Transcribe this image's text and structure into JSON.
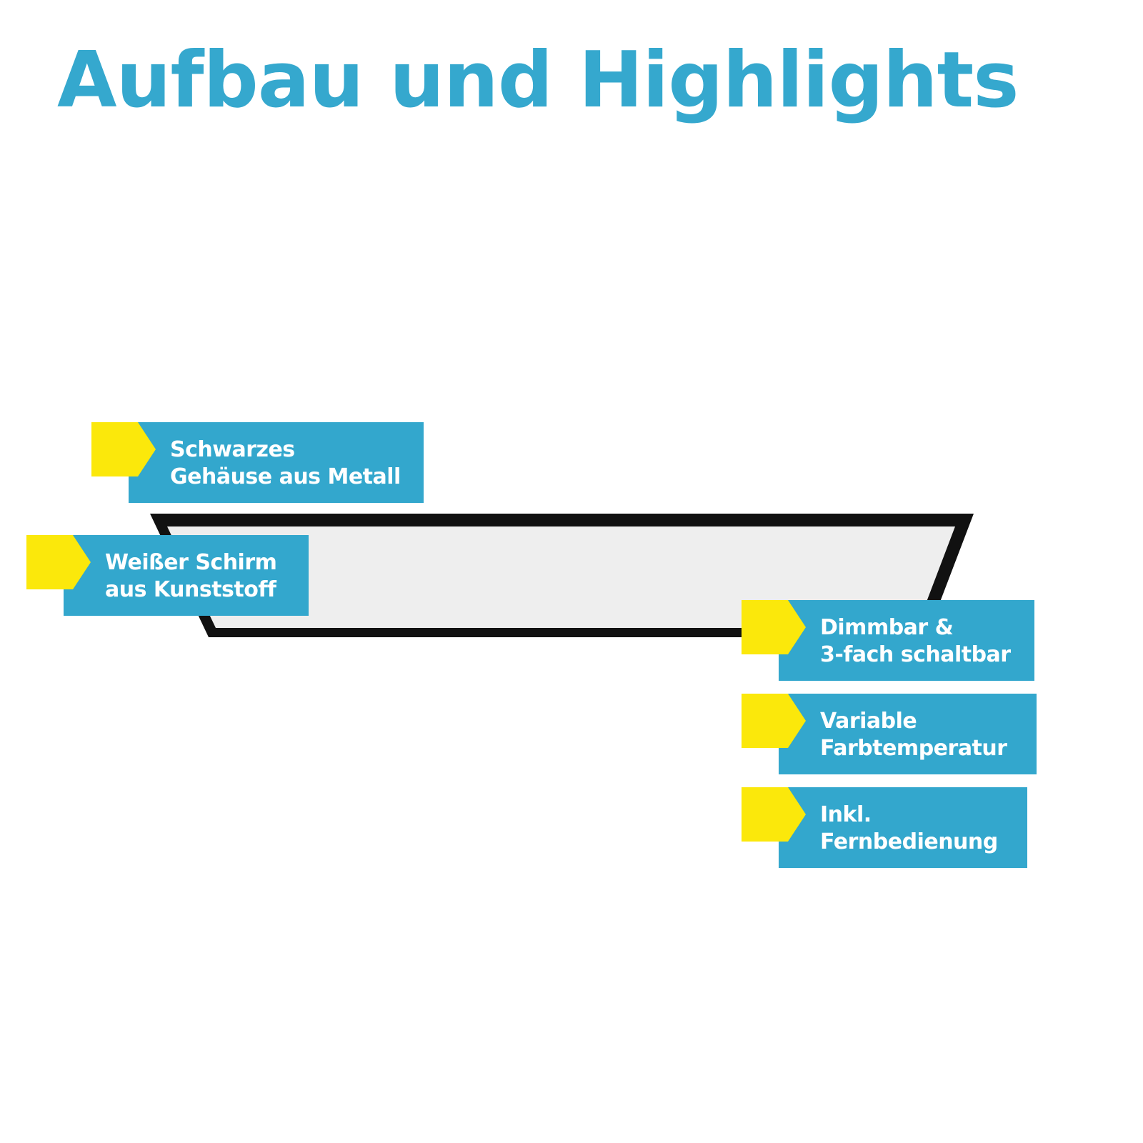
{
  "title": "Aufbau und Highlights",
  "colors": {
    "title": "#35a8ce",
    "label_background": "#33a7cd",
    "marker": "#fbe80b",
    "frame": "#111111",
    "diffuser": "#eeeeee"
  },
  "callouts": [
    {
      "line1": "Schwarzes",
      "line2": "Gehäuse aus Metall"
    },
    {
      "line1": "Weißer Schirm",
      "line2": "aus Kunststoff"
    },
    {
      "line1": "Dimmbar &",
      "line2": "3-fach schaltbar"
    },
    {
      "line1": "Variable",
      "line2": "Farbtemperatur"
    },
    {
      "line1": "Inkl.",
      "line2": "Fernbedienung"
    }
  ]
}
